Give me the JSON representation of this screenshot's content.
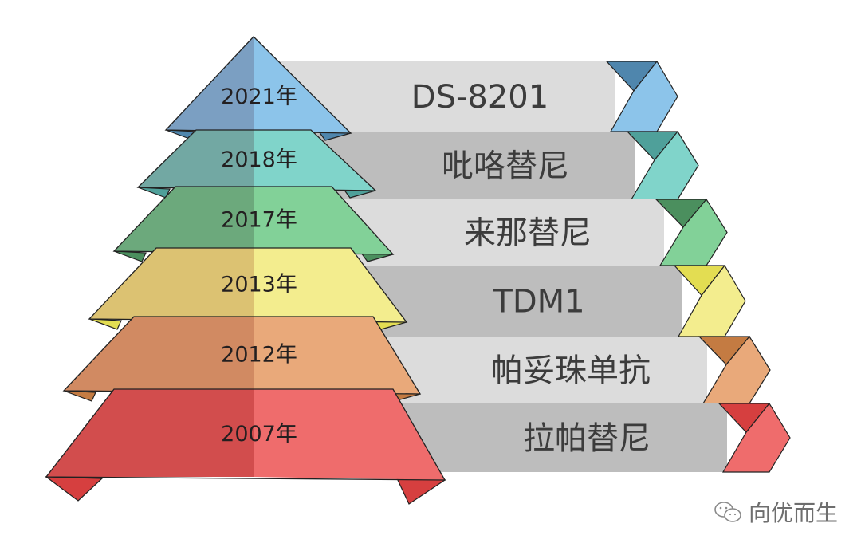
{
  "tiers": [
    {
      "year": "2021年",
      "drug": "DS-8201",
      "left": "#7b9fc2",
      "right": "#8cc4ea",
      "flap": "#4f86ad"
    },
    {
      "year": "2018年",
      "drug": "吡咯替尼",
      "left": "#72a8a3",
      "right": "#80d4ca",
      "flap": "#4fa09a"
    },
    {
      "year": "2017年",
      "drug": "来那替尼",
      "left": "#6ca97c",
      "right": "#82d198",
      "flap": "#4b8f5e"
    },
    {
      "year": "2013年",
      "drug": "TDM1",
      "left": "#dcc272",
      "right": "#f3ed8e",
      "flap": "#e3dd52"
    },
    {
      "year": "2012年",
      "drug": "帕妥珠单抗",
      "left": "#d18a62",
      "right": "#e9a97a",
      "flap": "#c47b42"
    },
    {
      "year": "2007年",
      "drug": "拉帕替尼",
      "left": "#d24d4d",
      "right": "#ef6c6c",
      "flap": "#d63f3f"
    }
  ],
  "band_colors": [
    "#dcdcdc",
    "#bdbdbd"
  ],
  "watermark": {
    "icon": "wechat-icon",
    "text": "向优而生"
  }
}
